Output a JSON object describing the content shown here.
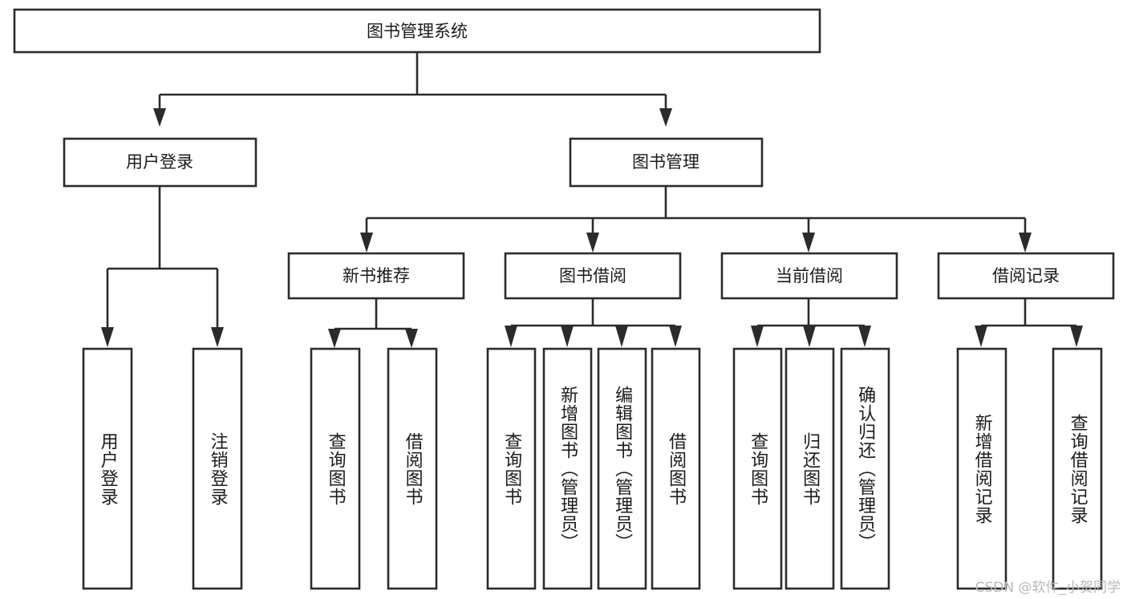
{
  "diagram": {
    "title": "图书管理系统",
    "type": "hierarchy-tree",
    "watermark": "CSDN @软件_小贺同学",
    "colors": {
      "stroke": "#2b2b2b",
      "fill": "#ffffff",
      "text": "#1b1b1b",
      "watermark": "#b9b9b9"
    },
    "levels": {
      "root": {
        "label": "图书管理系统"
      },
      "level2": [
        {
          "label": "用户登录"
        },
        {
          "label": "图书管理"
        }
      ],
      "level3": [
        {
          "label": "新书推荐"
        },
        {
          "label": "图书借阅"
        },
        {
          "label": "当前借阅"
        },
        {
          "label": "借阅记录"
        }
      ],
      "leaves": [
        {
          "label": "用户登录",
          "parent": "用户登录"
        },
        {
          "label": "注销登录",
          "parent": "用户登录"
        },
        {
          "label": "查询图书",
          "parent": "新书推荐"
        },
        {
          "label": "借阅图书",
          "parent": "新书推荐"
        },
        {
          "label": "查询图书",
          "parent": "图书借阅"
        },
        {
          "label": "新增图书（管理员）",
          "parent": "图书借阅"
        },
        {
          "label": "编辑图书（管理员）",
          "parent": "图书借阅"
        },
        {
          "label": "借阅图书",
          "parent": "图书借阅"
        },
        {
          "label": "查询图书",
          "parent": "当前借阅"
        },
        {
          "label": "归还图书",
          "parent": "当前借阅"
        },
        {
          "label": "确认归还（管理员）",
          "parent": "当前借阅"
        },
        {
          "label": "新增借阅记录",
          "parent": "借阅记录"
        },
        {
          "label": "查询借阅记录",
          "parent": "借阅记录"
        }
      ]
    }
  }
}
